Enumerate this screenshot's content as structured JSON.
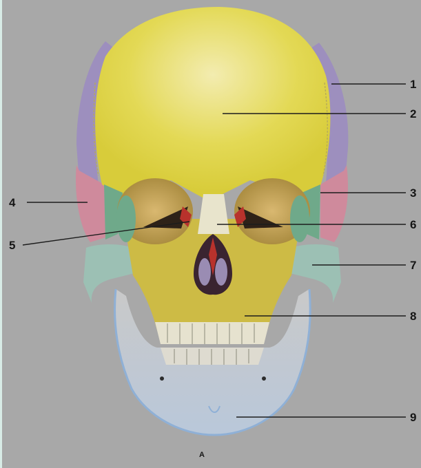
{
  "labels": [
    "1",
    "2",
    "3",
    "4",
    "5",
    "6",
    "7",
    "8",
    "9"
  ],
  "caption": "A",
  "colors": {
    "background": "#a8a8a8",
    "frontal": "#e3d955",
    "parietal": "#9b8cc0",
    "temporal": "#cf8a9c",
    "sphenoid": "#6fa98a",
    "maxilla": "#cdbb45",
    "zygomatic": "#9cc0b4",
    "mandible": "#a9bfd8",
    "nasal_cavity": "#b8322c",
    "leader_line": "#1c1c1c"
  }
}
